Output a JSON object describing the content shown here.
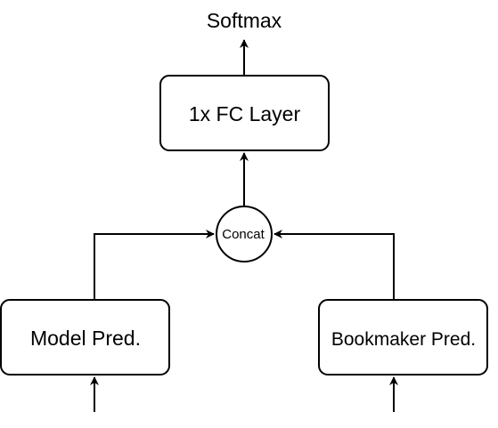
{
  "diagram": {
    "title_label": "Softmax",
    "nodes": {
      "fc_layer": "1x FC Layer",
      "concat": "Concat",
      "model_pred": "Model Pred.",
      "bookmaker_pred": "Bookmaker Pred."
    },
    "colors": {
      "stroke": "#000000",
      "fill": "#ffffff",
      "text": "#000000"
    }
  }
}
